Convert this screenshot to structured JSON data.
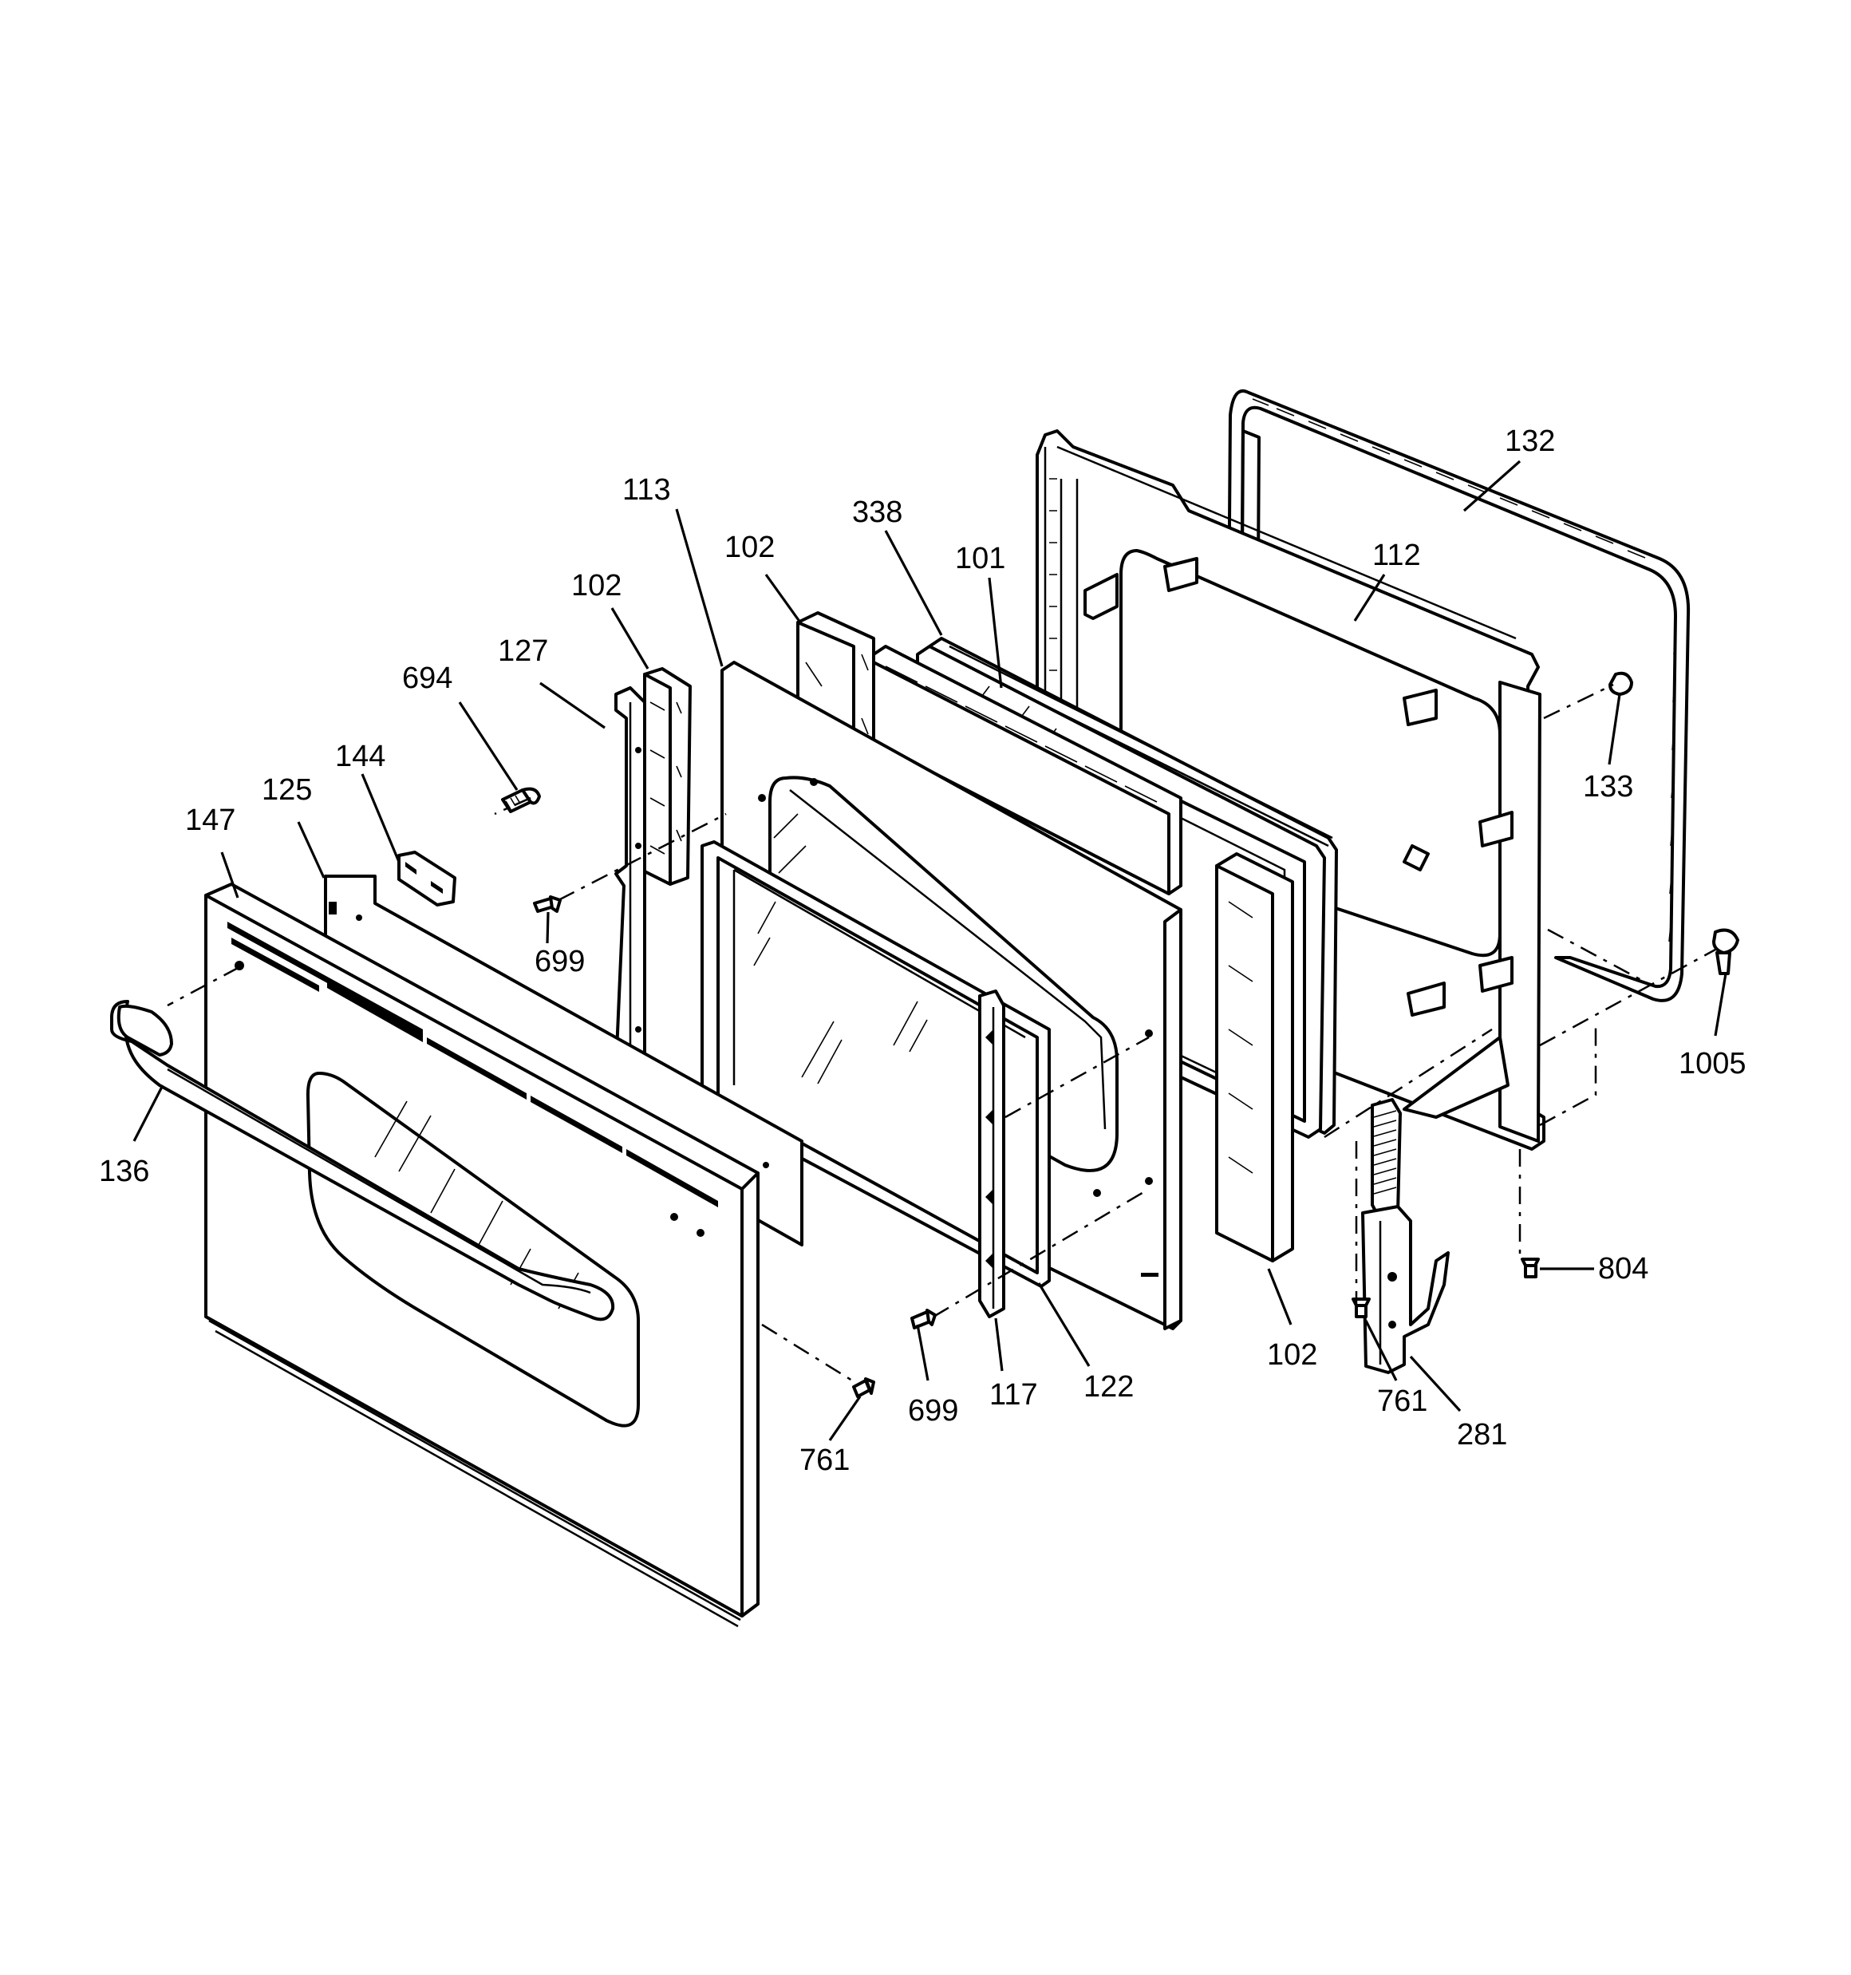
{
  "callouts": [
    {
      "id": "c-132",
      "text": "132"
    },
    {
      "id": "c-112",
      "text": "112"
    },
    {
      "id": "c-338",
      "text": "338"
    },
    {
      "id": "c-101",
      "text": "101"
    },
    {
      "id": "c-113",
      "text": "113"
    },
    {
      "id": "c-102a",
      "text": "102"
    },
    {
      "id": "c-102b",
      "text": "102"
    },
    {
      "id": "c-127",
      "text": "127"
    },
    {
      "id": "c-694",
      "text": "694"
    },
    {
      "id": "c-144",
      "text": "144"
    },
    {
      "id": "c-125",
      "text": "125"
    },
    {
      "id": "c-147",
      "text": "147"
    },
    {
      "id": "c-699a",
      "text": "699"
    },
    {
      "id": "c-133",
      "text": "133"
    },
    {
      "id": "c-1005",
      "text": "1005"
    },
    {
      "id": "c-136",
      "text": "136"
    },
    {
      "id": "c-804",
      "text": "804"
    },
    {
      "id": "c-281",
      "text": "281"
    },
    {
      "id": "c-102c",
      "text": "102"
    },
    {
      "id": "c-122",
      "text": "122"
    },
    {
      "id": "c-117",
      "text": "117"
    },
    {
      "id": "c-699b",
      "text": "699"
    },
    {
      "id": "c-761a",
      "text": "761"
    },
    {
      "id": "c-761b",
      "text": "761"
    }
  ]
}
